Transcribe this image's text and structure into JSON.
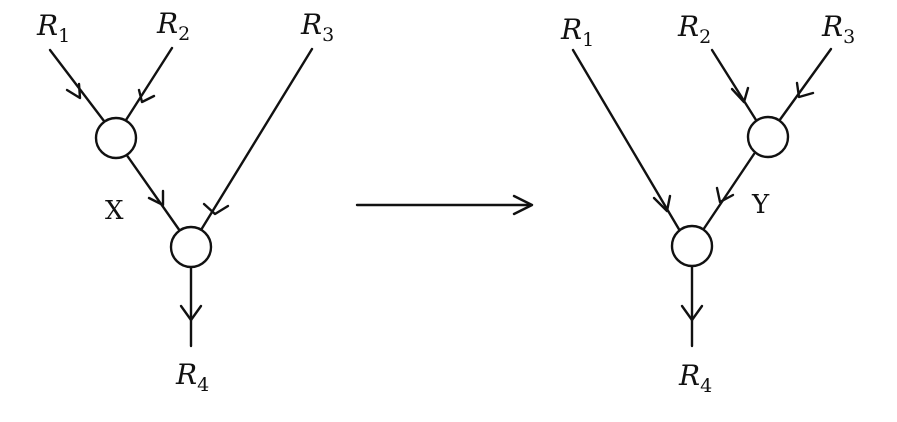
{
  "left_diagram": {
    "inputs": [
      {
        "symbol": "R",
        "subscript": "1"
      },
      {
        "symbol": "R",
        "subscript": "2"
      },
      {
        "symbol": "R",
        "subscript": "3"
      }
    ],
    "intermediate_label": "X",
    "output": {
      "symbol": "R",
      "subscript": "4"
    }
  },
  "transform_arrow": "→",
  "right_diagram": {
    "inputs": [
      {
        "symbol": "R",
        "subscript": "1"
      },
      {
        "symbol": "R",
        "subscript": "2"
      },
      {
        "symbol": "R",
        "subscript": "3"
      }
    ],
    "intermediate_label": "Y",
    "output": {
      "symbol": "R",
      "subscript": "4"
    }
  }
}
